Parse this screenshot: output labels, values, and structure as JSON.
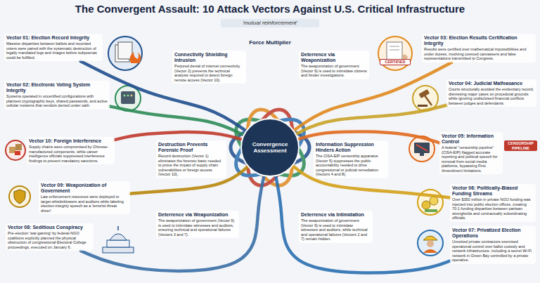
{
  "diagram": {
    "title": "The Convergent Assault: 10 Attack Vectors Against U.S. Critical Infrastructure",
    "nodes": [
      {
        "text": [
          "Vector 01: Election Record Integrity",
          "Massive disparities between ballots and recorded voters were paired with the systematic destruction of legally mandated logs and images before subpoenas could be fulfilled."
        ]
      },
      {
        "text": [
          "Connectivity Shielding Intrusion",
          "Perjured denial of internet connectivity (Vector 2) prevents the technical analysis required to detect foreign remote access (Vector 10)."
        ]
      },
      {
        "text": [
          "Deterrence via Weaponization",
          "The weaponization of government (Vector 9) is used to intimidate citizens and hinder investigations."
        ]
      },
      {
        "text": [
          "Vector 03: Election Results Certification Integrity",
          "Results were certified over mathematical impossibilities and under duress, involving coerced canvassers and false representations transmitted to Congress."
        ]
      },
      {
        "text": [
          "Vector 02: Electronic Voting System Integrity",
          "Systems operated in uncertified configurations with plaintext cryptographic keys, shared passwords, and active cellular modems that vendors denied under oath."
        ]
      },
      {
        "text": [
          "Vector 04: Judicial Malfeasance",
          "Courts structurally avoided the evidentiary record, dismissing major cases on procedural grounds while ignoring undisclosed financial conflicts between judges and defendants."
        ]
      },
      {
        "text": [
          "Destruction Prevents Forensic Proof",
          "Record destruction (Vector 1) eliminates the forensic basic needed to prove the impact of supply chain vulnerabilities or foreign access (Vector 10)."
        ]
      },
      {
        "text": [
          "Convergence Assessment"
        ]
      },
      {
        "text": [
          "Information Suppression Hinders Action",
          "The CISA-EIP censorship apparatus (Vector 5) suppresses the public accountability needed to drive congressional or judicial remediation (Vectors 4 and 8)."
        ]
      },
      {
        "text": [
          "Vector 10: Foreign Interference",
          "Supply chains were compromised by Chinese-manufactured components, while career intelligence officials suppressed interference findings to prevent mandatory sanctions."
        ]
      },
      {
        "text": [
          "Vector 05: Information Control",
          "A federal \"censorship pipeline\" (CISA-EIP) flagged accurate reporting and political speech for removal from social media platforms, bypassing First Amendment limitations."
        ]
      },
      {
        "text": [
          "Vector 09: Weaponization of Government",
          "Law enforcement resources were deployed to target whistleblowers and auditors while labeling election-integrity speech as a 'terrorist threat driver'."
        ]
      },
      {
        "text": [
          "Vector 06: Politically-Biased Funding Streams",
          "Over $350 million in private NGO funding was injected into public election offices, creating 70:1 funding disparities between partisan strongholds and contractually subordinating officials."
        ]
      },
      {
        "text": [
          "Deterrence via Weaponization",
          "The weaponization of government (Vector 9) is used to intimidate witnesses and auditors, ensuring technical and operational failures (Vectors 3 and 7)."
        ]
      },
      {
        "text": [
          "Deterrence via Intimidation",
          "The weaponization of government (Vector 9) is used to intimidate witnesses and auditors, while technical and operational failures (Vectors 2 and 7) remain hidden."
        ]
      },
      {
        "text": [
          "Vector 08: Seditious Conspiracy",
          "Pre-election 'war-gaming' by federal-NGO coalitions explicitly planned the physical obstruction of congressional Electoral College proceedings, executed on January 6."
        ]
      },
      {
        "text": [
          "Vector 07: Privatized Election Operations",
          "Unvetted private contractors exercised operational control over ballot custody and network infrastructure, including a secret Wi-Fi network in Green Bay controlled by a private operative."
        ]
      }
    ],
    "edges": [
      {
        "from": 0,
        "to": 7,
        "arrow": "none"
      },
      {
        "from": 4,
        "to": 7,
        "arrow": "none"
      },
      {
        "from": 9,
        "to": 7,
        "arrow": "none"
      },
      {
        "from": 11,
        "to": 7,
        "arrow": "none"
      },
      {
        "from": 15,
        "to": 7,
        "arrow": "none"
      },
      {
        "from": 3,
        "to": 7,
        "arrow": "none"
      },
      {
        "from": 5,
        "to": 7,
        "arrow": "none"
      },
      {
        "from": 10,
        "to": 7,
        "arrow": "none"
      },
      {
        "from": 12,
        "to": 7,
        "arrow": "none"
      },
      {
        "from": 16,
        "to": 7,
        "arrow": "none"
      }
    ],
    "labels": [
      "'mutual reinforcement'",
      "Force Multiplier",
      "CENSORSHIP PIPELINE",
      "CERTIFIED"
    ]
  }
}
